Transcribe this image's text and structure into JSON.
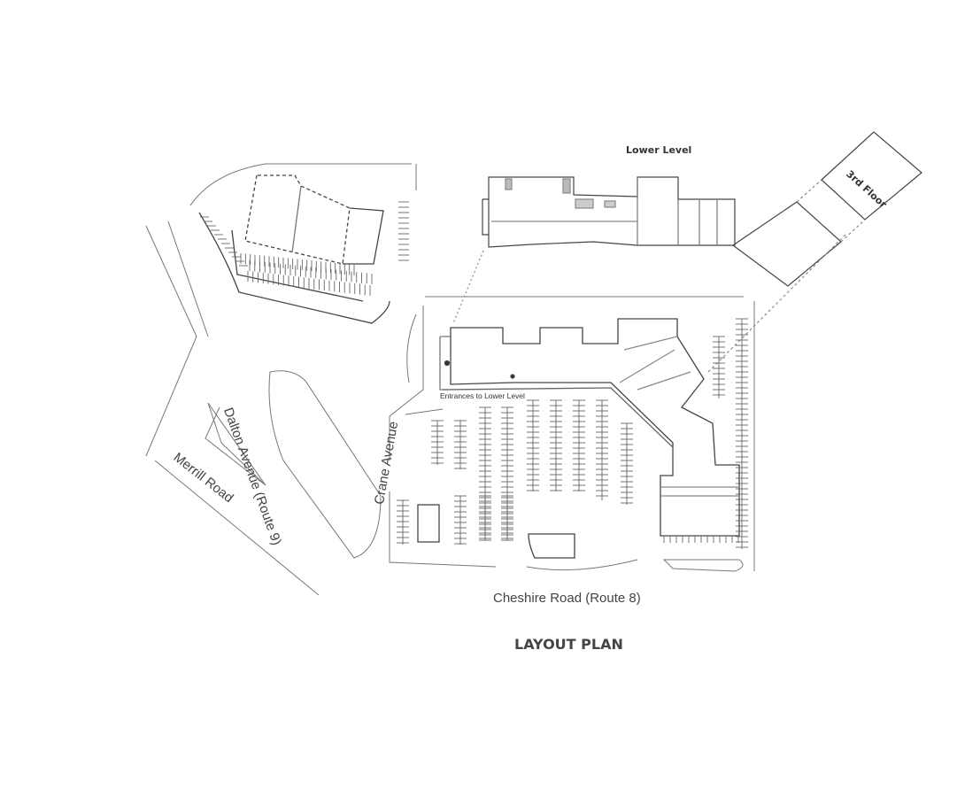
{
  "labels": {
    "lower_level": "Lower Level",
    "third_floor": "3rd Floor",
    "entrances": "Entrances to Lower Level",
    "dalton": "Dalton Avenue (Route 9)",
    "merrill": "Merrill Road",
    "crane": "Crane Avenue",
    "cheshire": "Cheshire Road (Route 8)",
    "title": "LAYOUT PLAN"
  },
  "colors": {
    "line": "#444444",
    "thin": "#888888",
    "shade": "#bbbbbb",
    "text": "#333333"
  }
}
